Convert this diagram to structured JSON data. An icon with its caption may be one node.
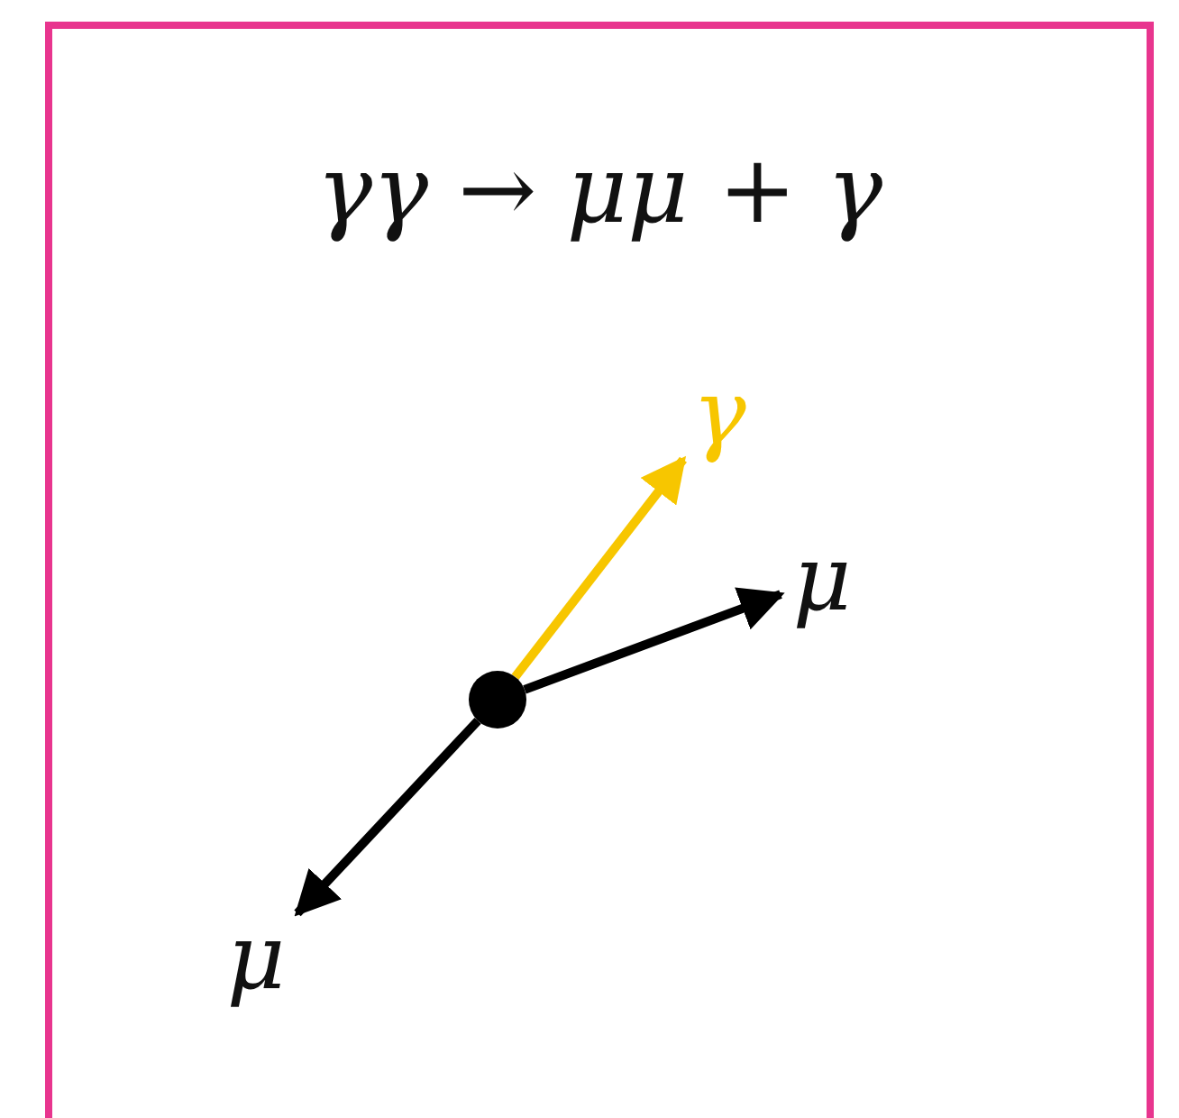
{
  "diagram": {
    "nodes": [
      {
        "text": [
          "γγ → μμ + γ"
        ]
      },
      {
        "text": [],
        "shape": "circle",
        "in": 0
      },
      {
        "text": [
          "γ"
        ],
        "in": 0
      },
      {
        "text": [
          "μ"
        ],
        "in": 0
      },
      {
        "text": [
          "μ"
        ],
        "in": 0
      }
    ],
    "edges": [
      {
        "from": 1,
        "to": 2,
        "arrow": "to",
        "color": "#f7c600"
      },
      {
        "from": 1,
        "to": 3,
        "arrow": "to"
      },
      {
        "from": 1,
        "to": 4,
        "arrow": "to"
      }
    ]
  }
}
